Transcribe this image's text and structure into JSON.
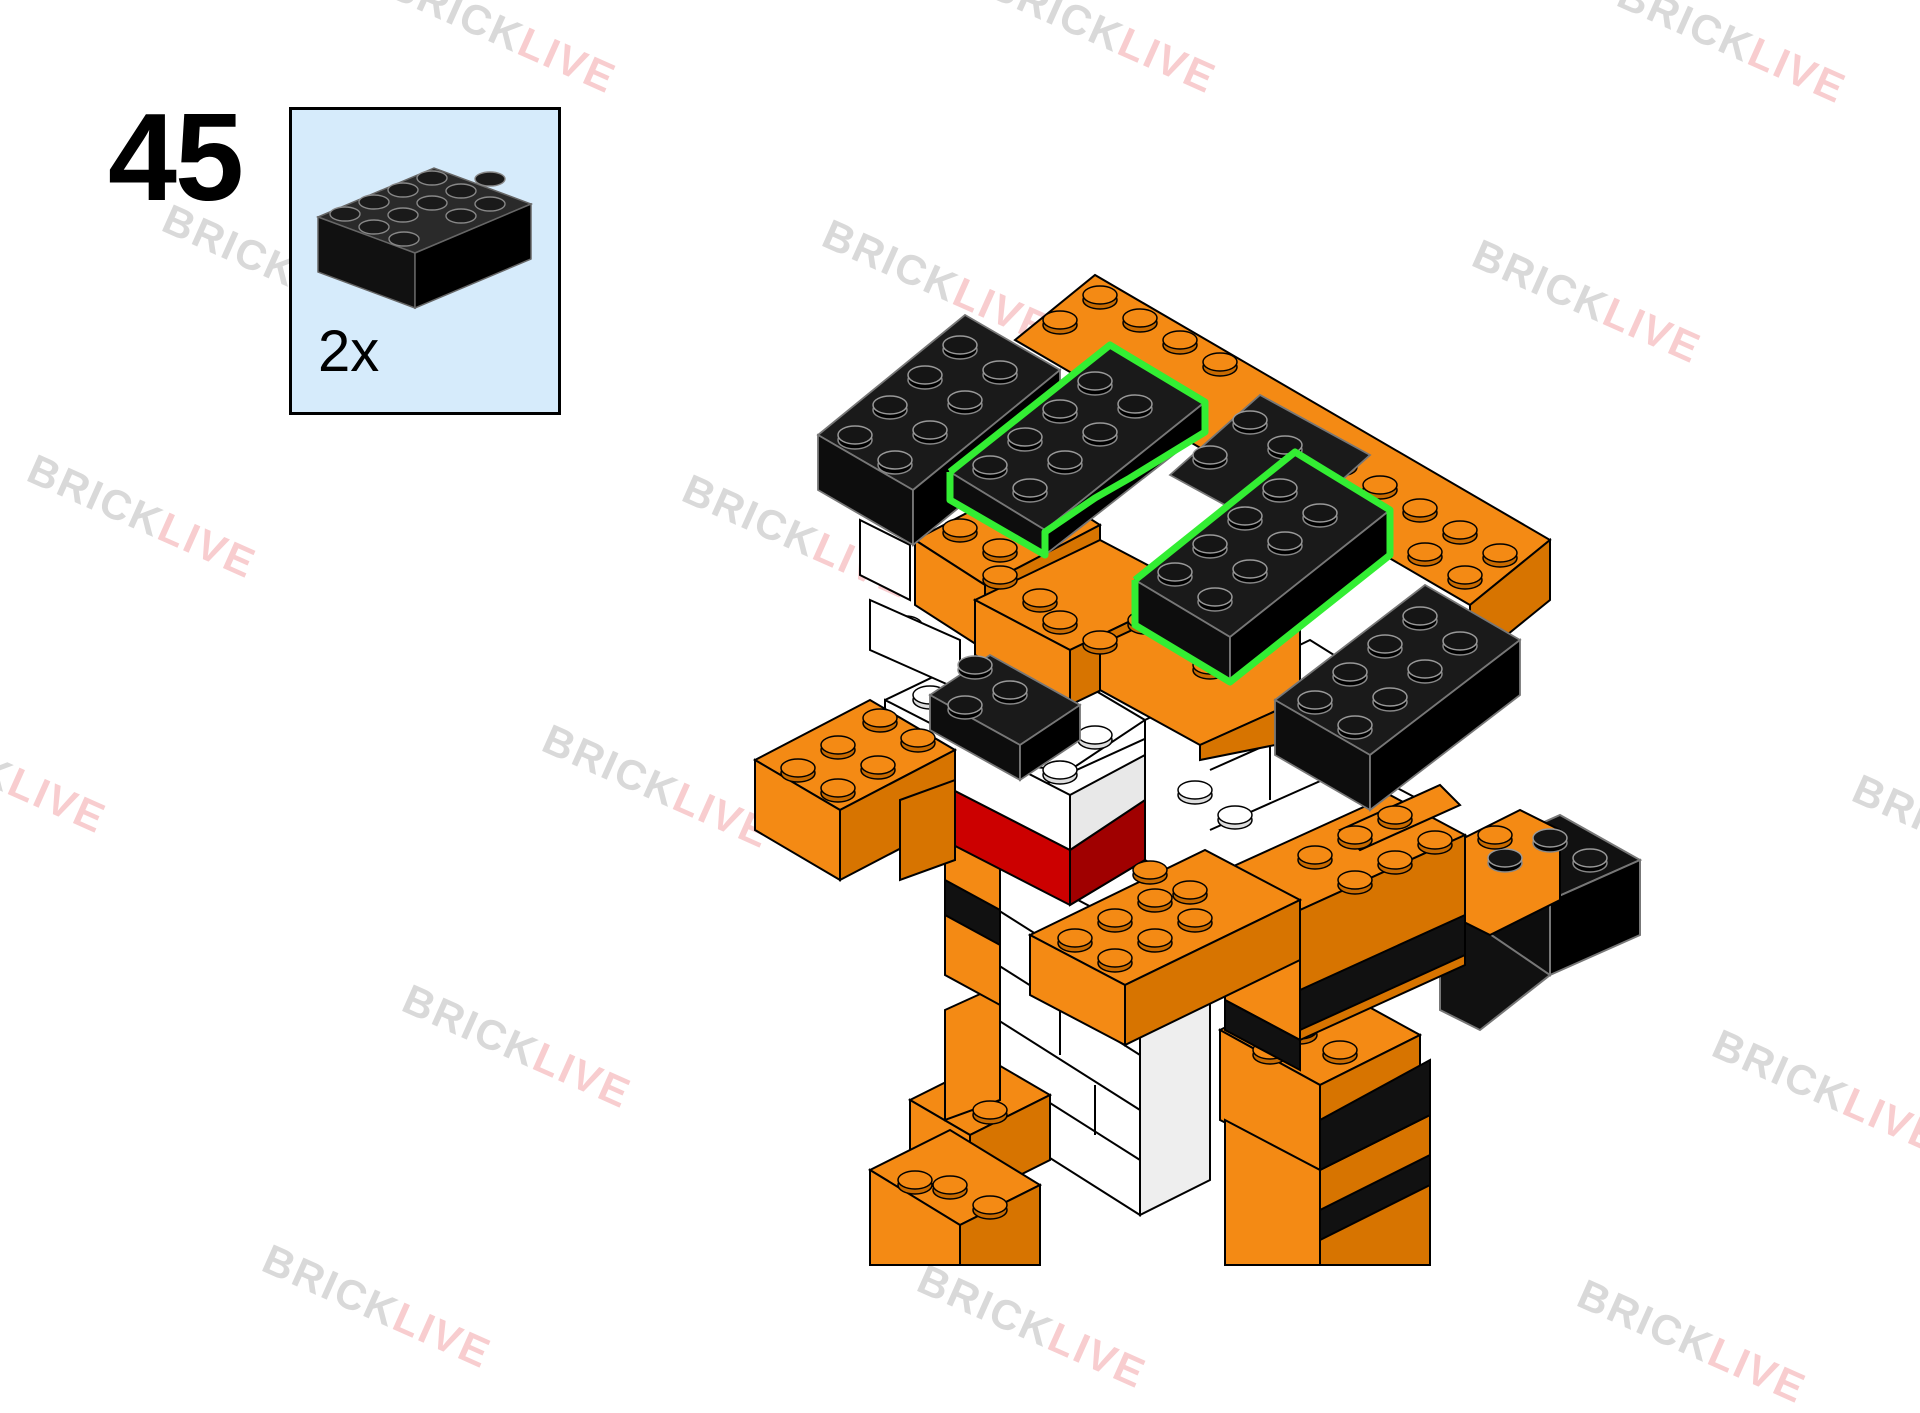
{
  "step": {
    "number": "45"
  },
  "parts_callout": {
    "quantity": "2x",
    "part_icon": "black-2x4-brick-icon",
    "part_color": "#111111"
  },
  "watermark": {
    "part1": "BRICK",
    "part2": "LIVE",
    "colors": {
      "part1": "#555555",
      "part2": "#e0202a"
    }
  },
  "colors": {
    "orange": "#f48a14",
    "black": "#111111",
    "white": "#ffffff",
    "red": "#cc0000",
    "highlight": "#33ee33",
    "callout_bg": "#d6ebfb"
  }
}
